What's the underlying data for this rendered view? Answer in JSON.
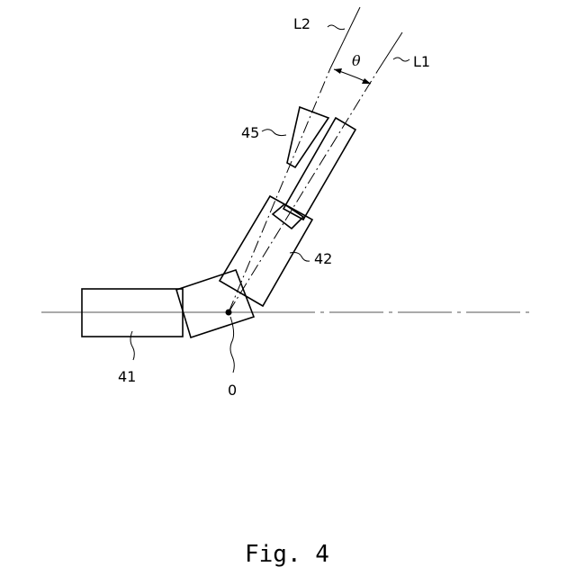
{
  "labels": {
    "l2": "L2",
    "l1": "L1",
    "theta": "θ",
    "part_45": "45",
    "part_42": "42",
    "part_41": "41",
    "origin": "0"
  },
  "caption": "Fig. 4"
}
